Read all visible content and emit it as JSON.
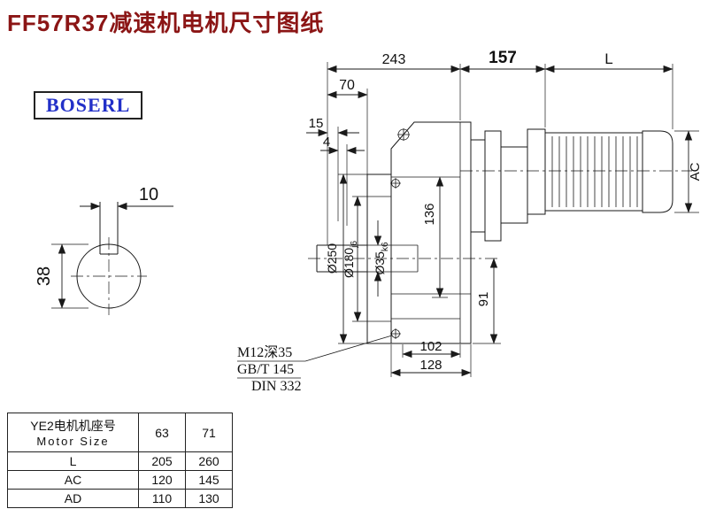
{
  "title": "FF57R37减速机电机尺寸图纸",
  "logo": "BOSERL",
  "shaft_section": {
    "keyway_width": "10",
    "shaft_height": "38"
  },
  "dimensions": {
    "gearbox_length": "243",
    "adapter_length": "157",
    "motor_length": "L",
    "flange_offset": "70",
    "shoulder": "15",
    "gap": "4",
    "motor_diameter": "AC",
    "flange_od": "Ø250",
    "spigot_main": "Ø180",
    "spigot_tol": "j6",
    "shaft_main": "Ø35",
    "shaft_tol": "k6",
    "center_height": "136",
    "axis_to_base": "91",
    "bolt_span": "102",
    "flange_width": "128"
  },
  "notes": {
    "tap": "M12深35",
    "std1": "GB/T 145",
    "std2": "DIN 332"
  },
  "table": {
    "header": {
      "line1": "YE2电机机座号",
      "line2": "Motor Size"
    },
    "sizes": [
      "63",
      "71"
    ],
    "rows": [
      {
        "label": "L",
        "values": [
          "205",
          "260"
        ]
      },
      {
        "label": "AC",
        "values": [
          "120",
          "145"
        ]
      },
      {
        "label": "AD",
        "values": [
          "110",
          "130"
        ]
      }
    ]
  },
  "colors": {
    "title": "#8b1515",
    "logo_text": "#2230c8",
    "line": "#1a1a1a"
  }
}
